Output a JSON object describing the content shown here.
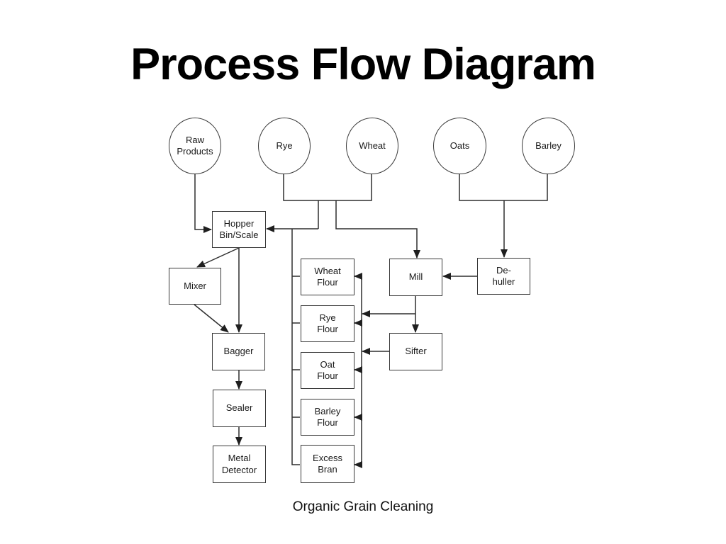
{
  "title": "Process Flow Diagram",
  "caption": "Organic Grain Cleaning",
  "colors": {
    "background": "#ffffff",
    "line": "#2e2e2e",
    "arrow": "#1f1f1f",
    "text": "#1a1a1a"
  },
  "nodes": {
    "circles": [
      {
        "id": "raw-products",
        "label": "Raw\nProducts"
      },
      {
        "id": "rye",
        "label": "Rye"
      },
      {
        "id": "wheat",
        "label": "Wheat"
      },
      {
        "id": "oats",
        "label": "Oats"
      },
      {
        "id": "barley",
        "label": "Barley"
      }
    ],
    "boxes": [
      {
        "id": "hopper-bin-scale",
        "label": "Hopper\nBin/Scale"
      },
      {
        "id": "mixer",
        "label": "Mixer"
      },
      {
        "id": "bagger",
        "label": "Bagger"
      },
      {
        "id": "sealer",
        "label": "Sealer"
      },
      {
        "id": "metal-detector",
        "label": "Metal\nDetector"
      },
      {
        "id": "wheat-flour",
        "label": "Wheat\nFlour"
      },
      {
        "id": "rye-flour",
        "label": "Rye\nFlour"
      },
      {
        "id": "oat-flour",
        "label": "Oat\nFlour"
      },
      {
        "id": "barley-flour",
        "label": "Barley\nFlour"
      },
      {
        "id": "excess-bran",
        "label": "Excess\nBran"
      },
      {
        "id": "mill",
        "label": "Mill"
      },
      {
        "id": "sifter",
        "label": "Sifter"
      },
      {
        "id": "de-huller",
        "label": "De-\nhuller"
      }
    ]
  }
}
